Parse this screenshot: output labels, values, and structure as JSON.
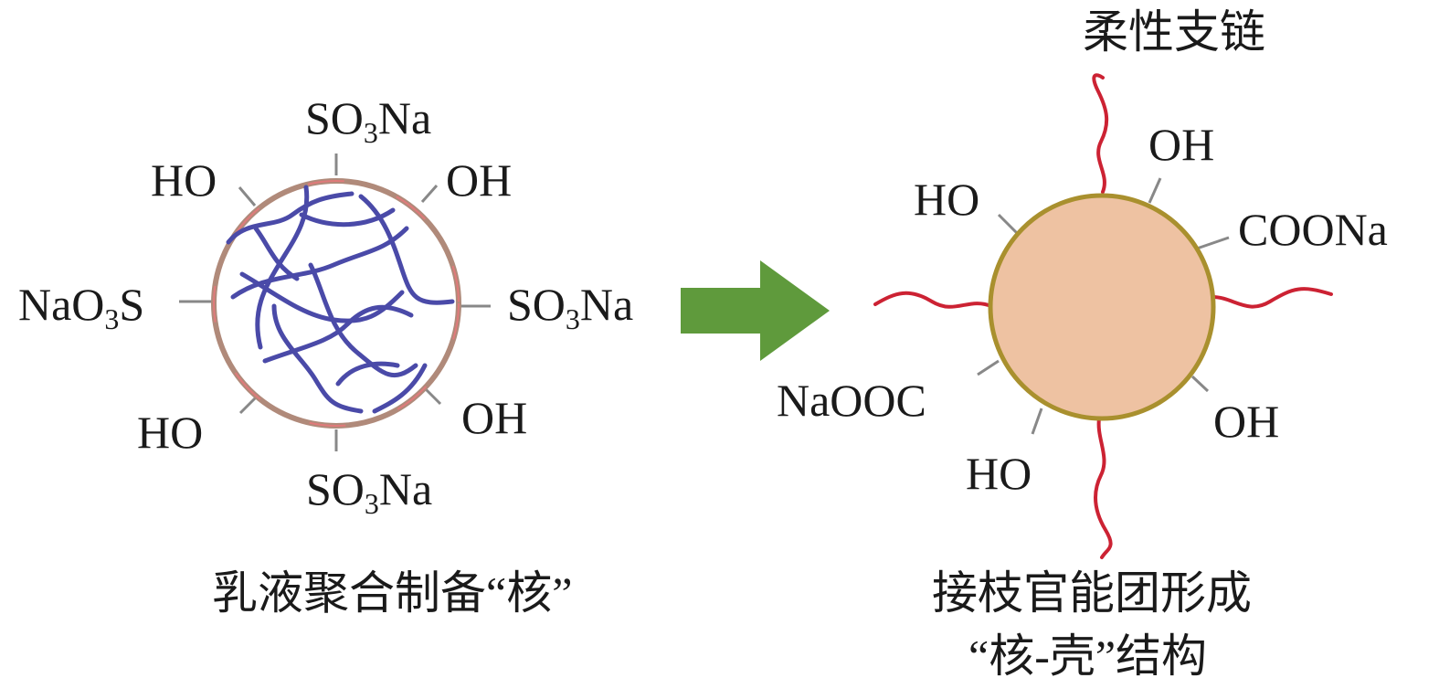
{
  "left": {
    "groups": {
      "top": {
        "pre": "SO",
        "sub": "3",
        "post": "Na"
      },
      "right": {
        "pre": "SO",
        "sub": "3",
        "post": "Na"
      },
      "bottom": {
        "pre": "SO",
        "sub": "3",
        "post": "Na"
      },
      "left": {
        "pre": "NaO",
        "sub": "3",
        "post": "S"
      },
      "top_left": "HO",
      "top_right": "OH",
      "bottom_left": "HO",
      "bottom_right": "OH"
    },
    "caption": "乳液聚合制备“核”"
  },
  "right": {
    "chain_label": "柔性支链",
    "groups": {
      "top_oh": "OH",
      "upper_left_ho": "HO",
      "upper_right_coona": "COONa",
      "lower_left_naooc": "NaOOC",
      "lower_right_oh": "OH",
      "bottom_ho": "HO"
    },
    "caption_line1": "接枝官能团形成",
    "caption_line2": "“核-壳”结构"
  },
  "colors": {
    "core_ring": "#b08a7a",
    "core_ring_accent": "#e07a7a",
    "polymer_chain": "#4a4aa8",
    "arrow": "#5f9a3c",
    "shell_fill": "#eec2a2",
    "shell_border": "#a9902e",
    "flexible_chain": "#cc2233",
    "bond": "#888888"
  }
}
